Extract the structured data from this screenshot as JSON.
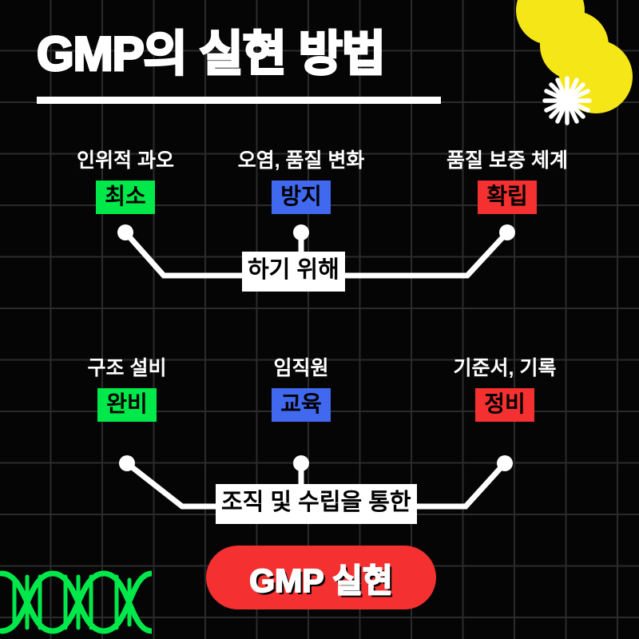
{
  "header": {
    "title": "GMP의 실현 방법"
  },
  "decorations": {
    "yellow_circles_color": "#f5e618",
    "sparkle": "sparkle-icon",
    "dna": "dna-helix-icon",
    "dna_color": "#00e84a",
    "grid_color": "#2b2b2b",
    "background_color": "#050505"
  },
  "rows": [
    {
      "id": "row-1",
      "connector_label": "하기 위해",
      "nodes": [
        {
          "caption": "인위적 과오",
          "chip": "최소",
          "color": "#00e84a",
          "chip_class": "chip-green"
        },
        {
          "caption": "오염, 품질 변화",
          "chip": "방지",
          "color": "#4169f0",
          "chip_class": "chip-blue"
        },
        {
          "caption": "품질 보증 체계",
          "chip": "확립",
          "color": "#f43030",
          "chip_class": "chip-red"
        }
      ]
    },
    {
      "id": "row-2",
      "connector_label": "조직 및 수립을 통한",
      "nodes": [
        {
          "caption": "구조 설비",
          "chip": "완비",
          "color": "#00e84a",
          "chip_class": "chip-green"
        },
        {
          "caption": "임직원",
          "chip": "교육",
          "color": "#4169f0",
          "chip_class": "chip-blue"
        },
        {
          "caption": "기준서, 기록",
          "chip": "정비",
          "color": "#f43030",
          "chip_class": "chip-red"
        }
      ]
    }
  ],
  "result": {
    "label": "GMP 실현",
    "background": "#f43030",
    "text_color": "#ffffff"
  }
}
